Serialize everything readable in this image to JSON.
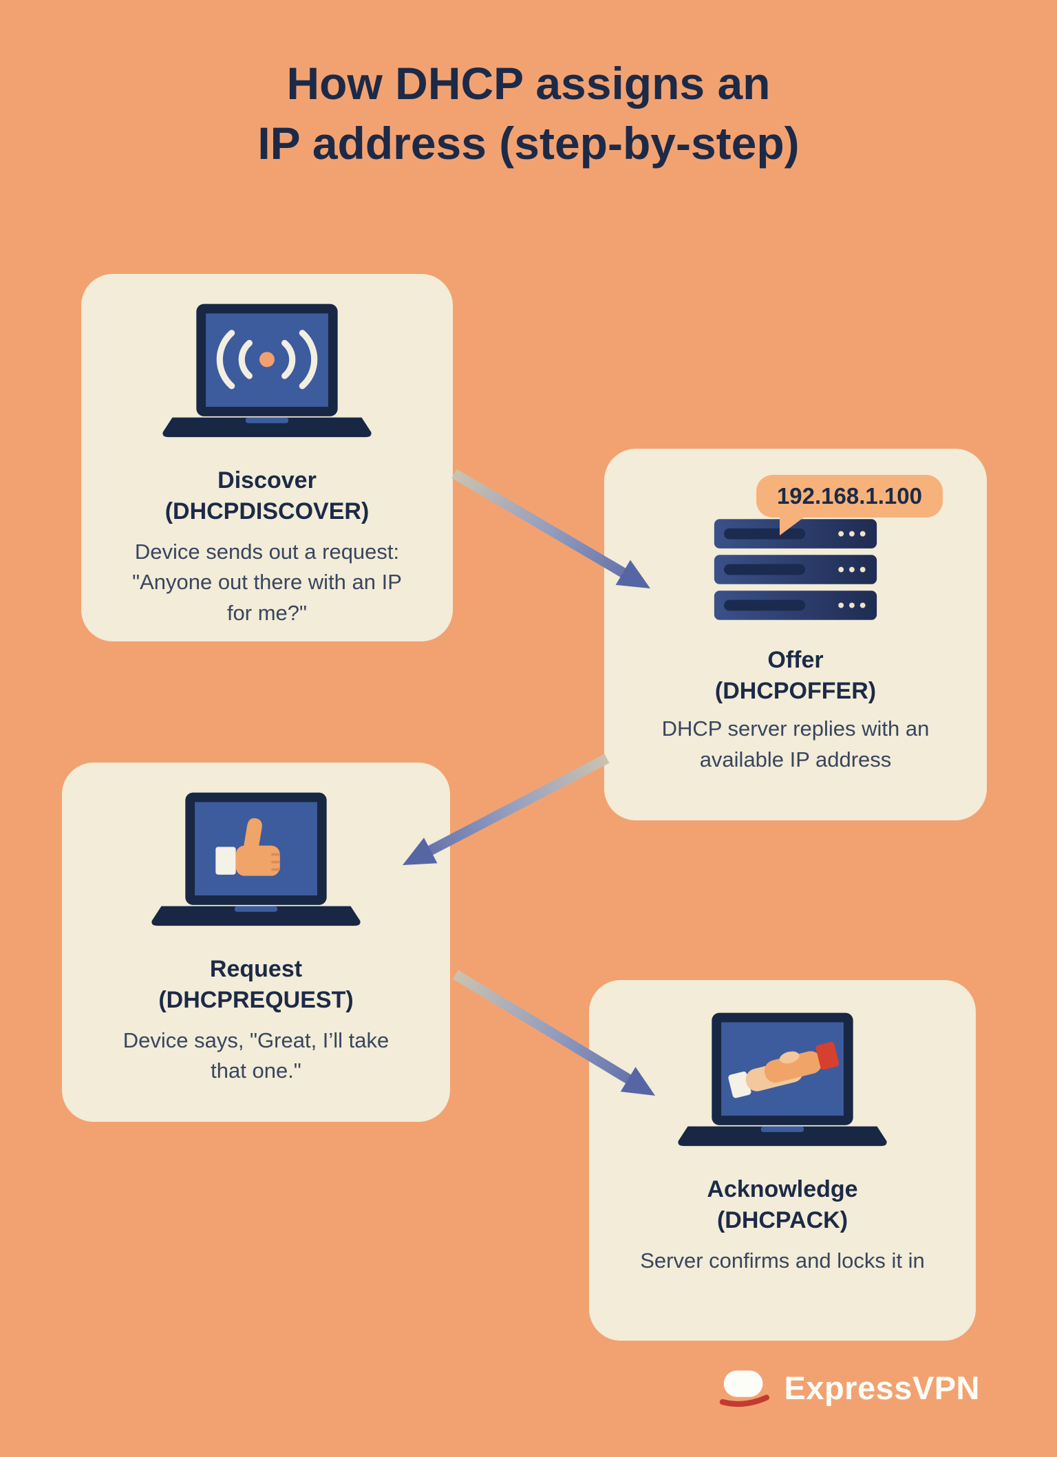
{
  "page": {
    "title_line1": "How DHCP assigns an",
    "title_line2": "IP address (step-by-step)"
  },
  "steps": [
    {
      "title": "Discover",
      "code": "(DHCPDISCOVER)",
      "description": "Device sends out a request: \"Anyone out there with an IP for me?\"",
      "icon": "laptop-broadcast-icon"
    },
    {
      "title": "Offer",
      "code": "(DHCPOFFER)",
      "description": "DHCP server replies with an available IP address",
      "bubble": "192.168.1.100",
      "icon": "server-icon"
    },
    {
      "title": "Request",
      "code": "(DHCPREQUEST)",
      "description": "Device says, \"Great, I’ll take that one.\"",
      "icon": "laptop-thumbsup-icon"
    },
    {
      "title": "Acknowledge",
      "code": "(DHCPACK)",
      "description": "Server confirms and locks it in",
      "icon": "laptop-handshake-icon"
    }
  ],
  "footer": {
    "brand": "ExpressVPN"
  },
  "colors": {
    "background": "#F2A271",
    "card": "#F2ECD8",
    "navy": "#1C2A47",
    "screen_blue": "#3D5C9E",
    "arrow_blue": "#5666A5",
    "bubble": "#F6B27A",
    "hand_orange": "#F0A468",
    "hand_tan": "#F2C89C",
    "cuff_red": "#D6402F"
  }
}
